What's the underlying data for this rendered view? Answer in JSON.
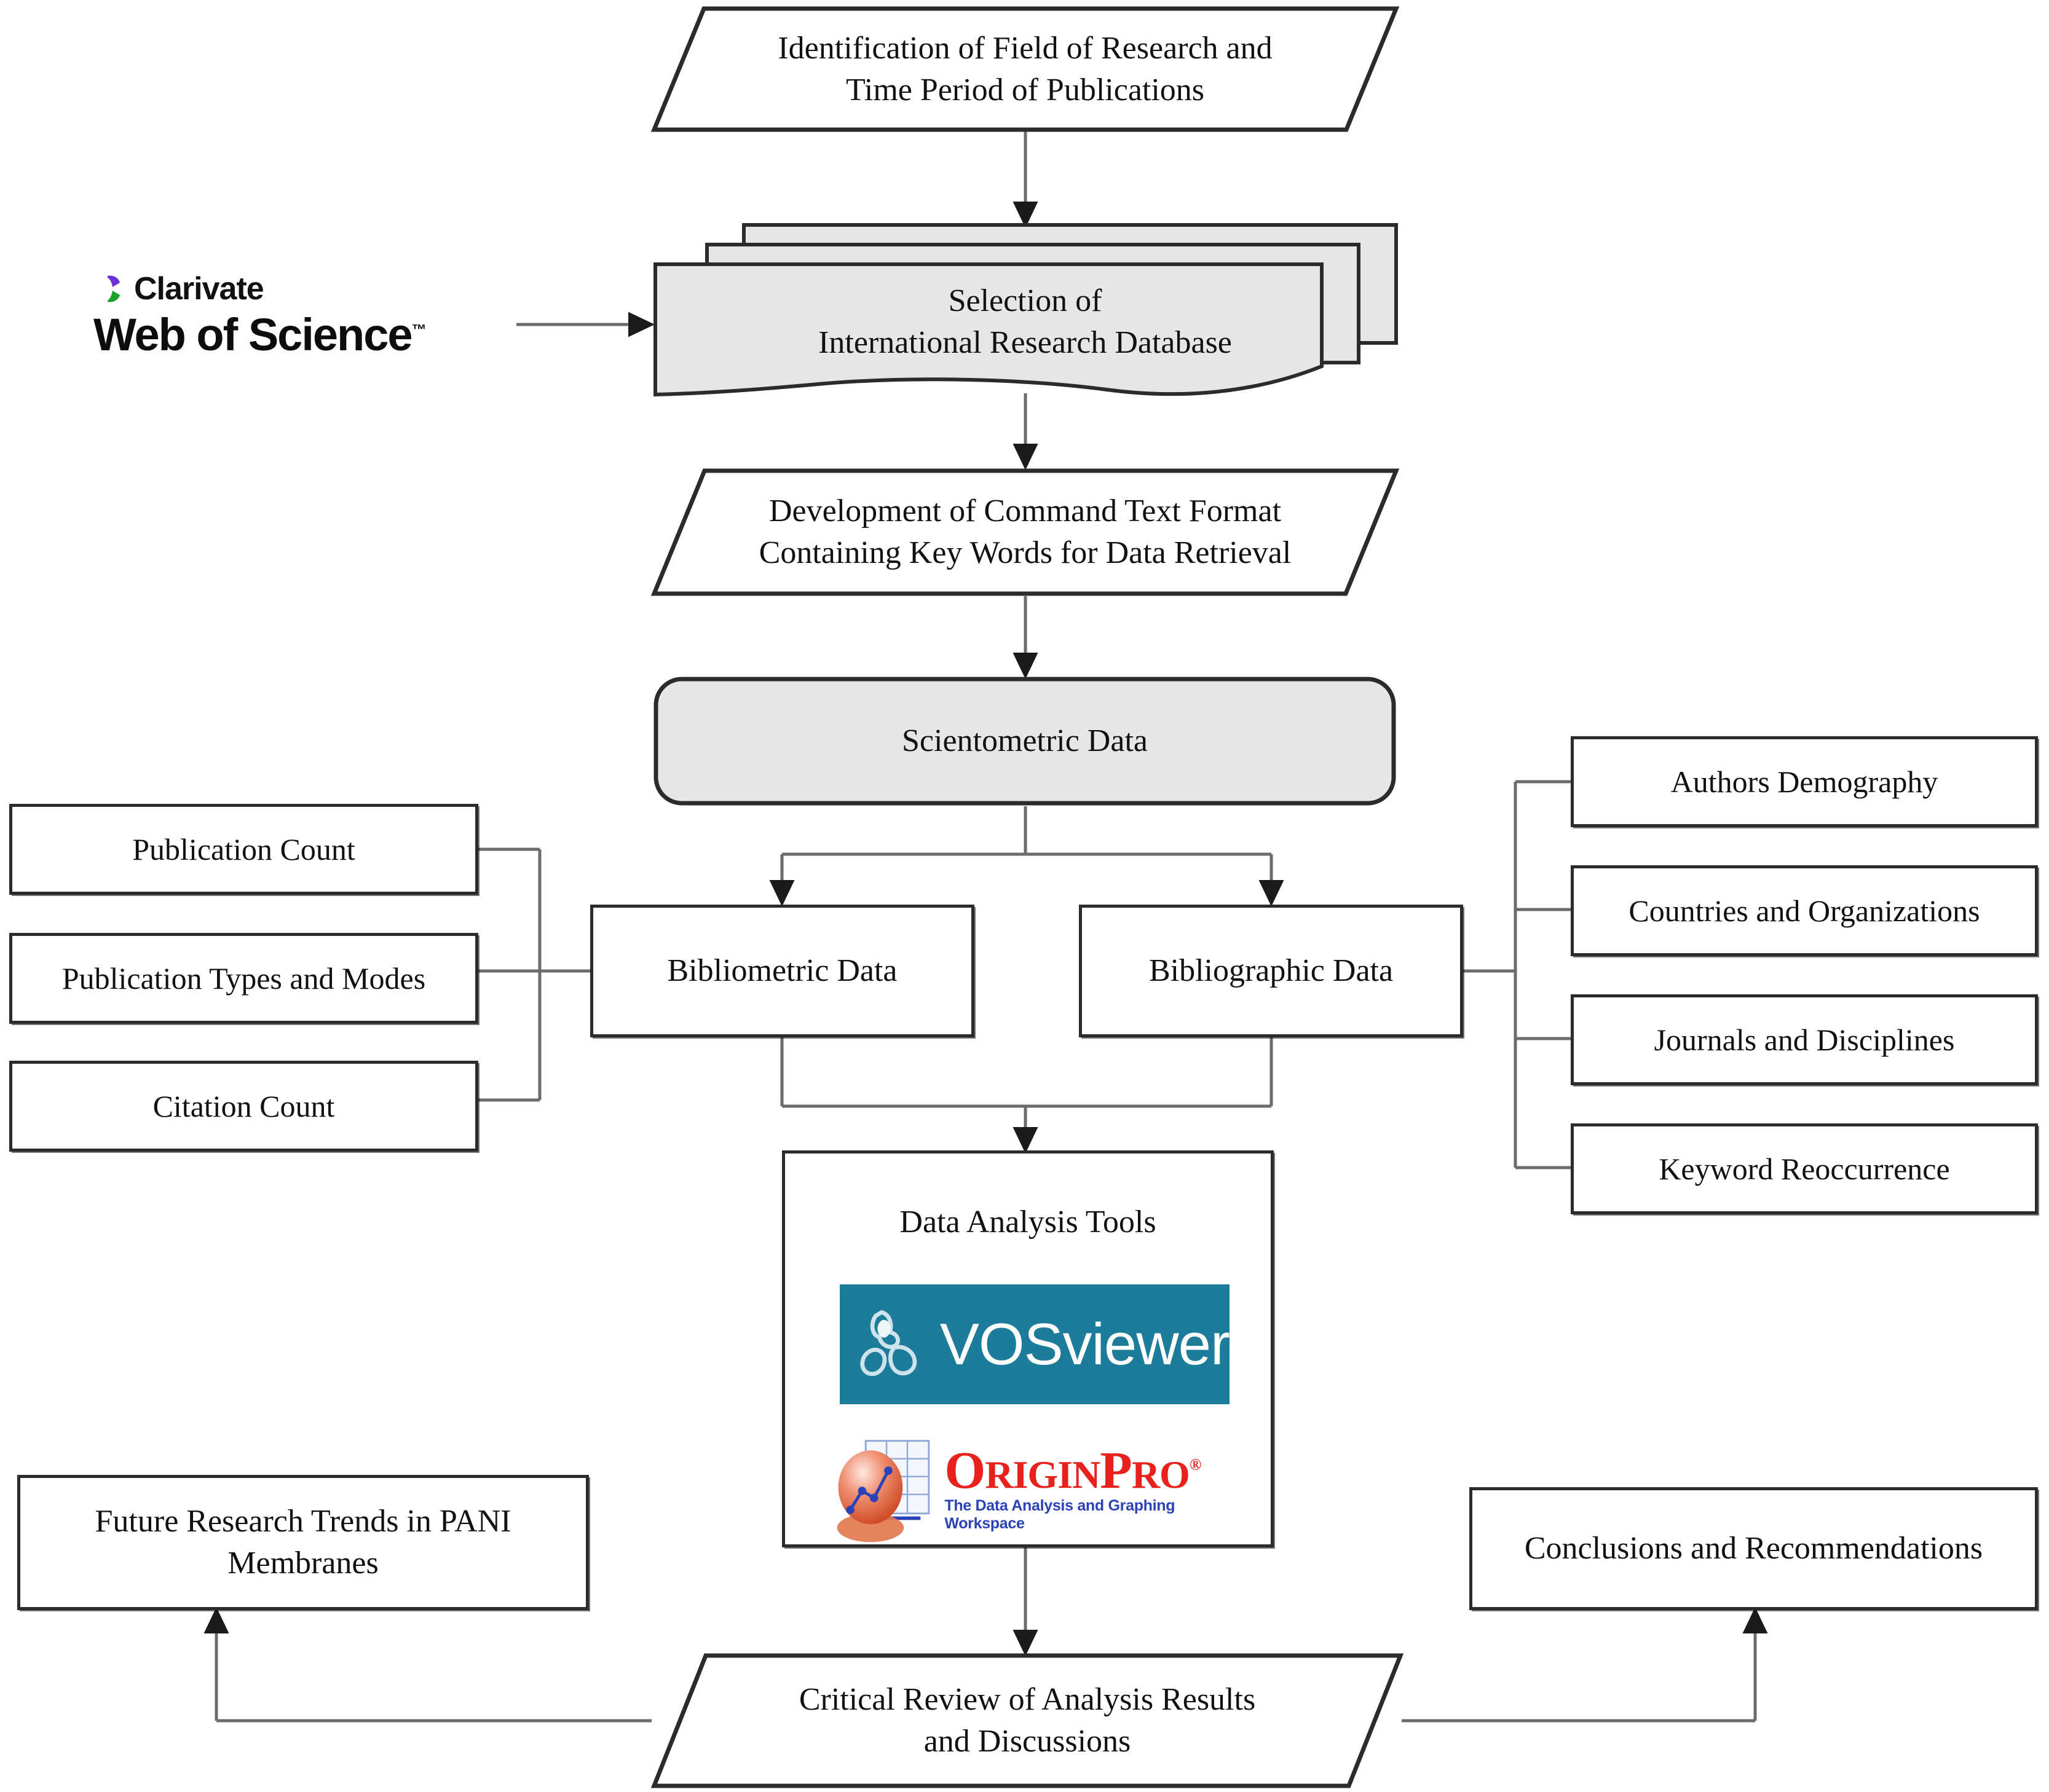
{
  "diagram": {
    "title": "Scientometric / Bibliometric Research Methodology Flowchart",
    "colors": {
      "shape_fill_gray": "#e6e6e6",
      "shape_fill_white": "#ffffff",
      "stroke": "#2b2b2b",
      "connector": "#6b6b6b",
      "vosviewer_teal": "#1d7c9a",
      "originpro_red": "#e8211c",
      "originpro_tagline_blue": "#2a41b8",
      "clarivate_purple": "#6b31d6",
      "clarivate_green": "#17a22a",
      "clarivate_black": "#111111"
    }
  },
  "nodes": {
    "identification": {
      "label": "Identification of Field of Research and\nTime Period of Publications",
      "shape": "parallelogram"
    },
    "database_selection": {
      "label": "Selection of\nInternational Research Database",
      "shape": "multidocument"
    },
    "command_text": {
      "label": "Development of Command Text Format\nContaining Key Words for Data Retrieval",
      "shape": "parallelogram"
    },
    "scientometric_data": {
      "label": "Scientometric Data",
      "shape": "rounded-rectangle"
    },
    "bibliometric_data": {
      "label": "Bibliometric Data",
      "shape": "rectangle"
    },
    "bibliographic_data": {
      "label": "Bibliographic Data",
      "shape": "rectangle"
    },
    "data_analysis_tools": {
      "label": "Data Analysis Tools",
      "shape": "rectangle"
    },
    "critical_review": {
      "label": "Critical Review of Analysis Results\nand Discussions",
      "shape": "parallelogram"
    },
    "future_trends": {
      "label": "Future Research Trends in PANI\nMembranes",
      "shape": "rectangle"
    },
    "conclusions": {
      "label": "Conclusions and Recommendations",
      "shape": "rectangle"
    }
  },
  "left_branch": {
    "parent": "bibliometric_data",
    "items": [
      {
        "label": "Publication Count"
      },
      {
        "label": "Publication Types and Modes"
      },
      {
        "label": "Citation Count"
      }
    ]
  },
  "right_branch": {
    "parent": "bibliographic_data",
    "items": [
      {
        "label": "Authors Demography"
      },
      {
        "label": "Countries and Organizations"
      },
      {
        "label": "Journals and Disciplines"
      },
      {
        "label": "Keyword Reoccurrence"
      }
    ]
  },
  "logos": {
    "web_of_science": {
      "icon_name": "clarivate-mark-icon",
      "brand": "Clarivate",
      "product": "Web of Science",
      "trademark": "™"
    },
    "vosviewer": {
      "icon_name": "vosviewer-cluster-icon",
      "wordmark": "VOSviewer"
    },
    "originpro": {
      "icon_name": "originpro-sphere-grid-icon",
      "wordmark_part1": "O",
      "wordmark_part2": "RIGIN",
      "wordmark_part3": "P",
      "wordmark_part4": "RO",
      "registered": "®",
      "tagline": "The Data Analysis and Graphing Workspace"
    }
  }
}
